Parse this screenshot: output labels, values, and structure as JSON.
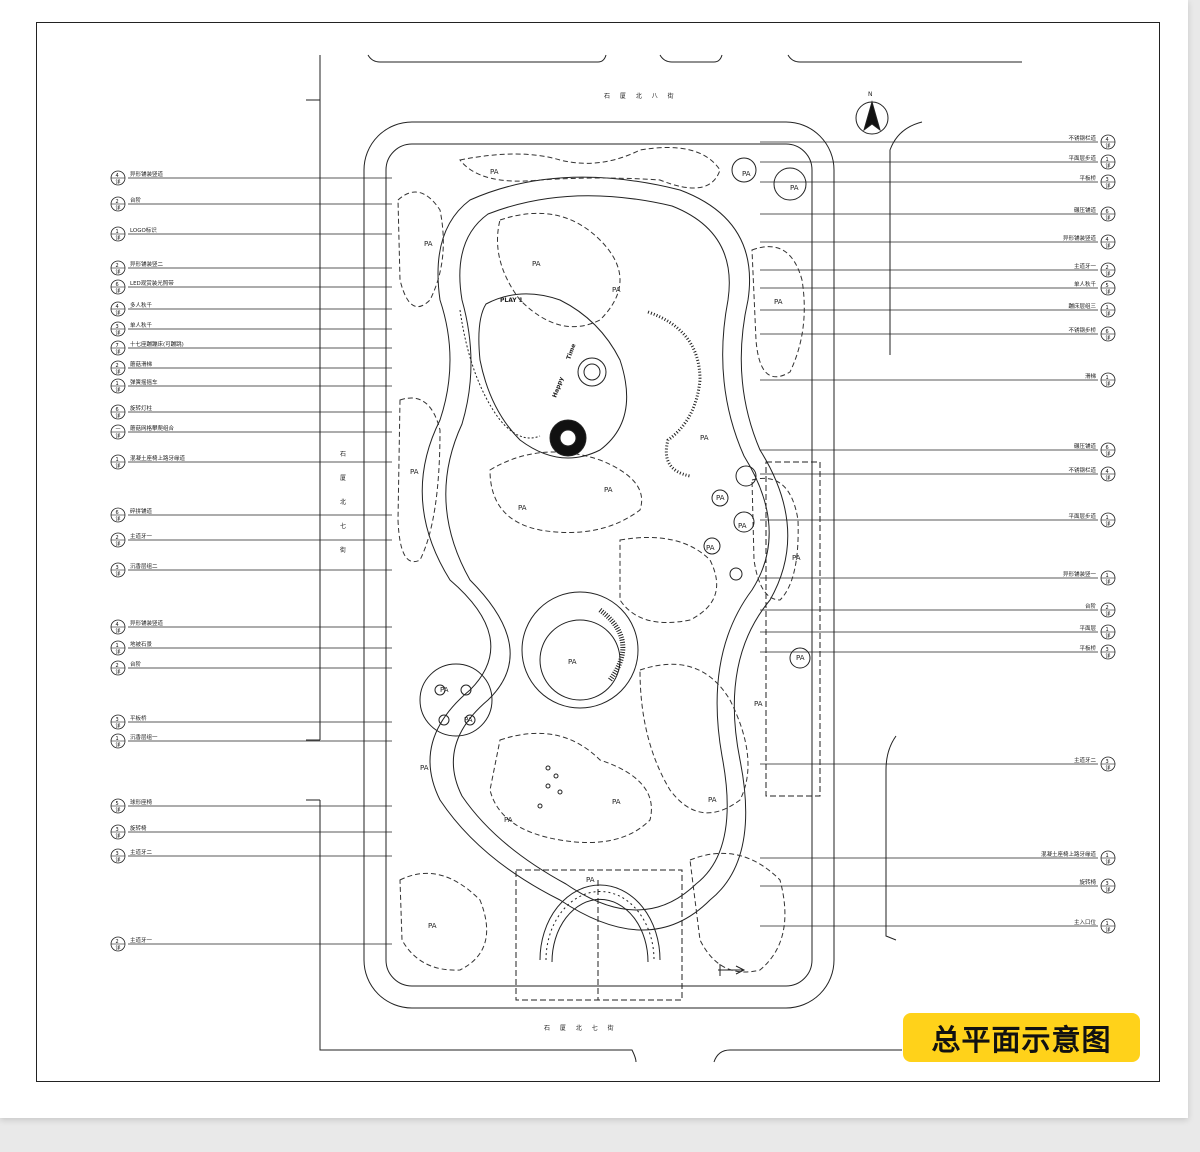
{
  "title": "总平面示意图",
  "roads": {
    "top": "石 厦 北 八 街",
    "bottom": "石 厦 北 七 街",
    "left": "石 厦 北 七 街"
  },
  "north_label": "N",
  "area_label": "PA",
  "play_labels": [
    "PLAY 1",
    "Happy",
    "Time"
  ],
  "left_callouts": [
    {
      "label": "异形铺装竖道",
      "num": "4"
    },
    {
      "label": "台阶",
      "num": "2"
    },
    {
      "label": "LOGO标识",
      "num": "1"
    },
    {
      "label": "异形铺装竖二",
      "num": "2"
    },
    {
      "label": "LED观赏装光照带",
      "num": "6"
    },
    {
      "label": "多人秋千",
      "num": "4"
    },
    {
      "label": "单人秋千",
      "num": "3"
    },
    {
      "label": "十七座蹦蹦床(可蹦跳)",
      "num": "7"
    },
    {
      "label": "蘑菇滑梯",
      "num": "2"
    },
    {
      "label": "弹簧摇摇车",
      "num": "1"
    },
    {
      "label": "旋转灯柱",
      "num": "6"
    },
    {
      "label": "蘑菇网格攀爬组合",
      "num": "一"
    },
    {
      "label": "混凝土座椅上路牙缘道",
      "num": "1"
    },
    {
      "label": "碎拼铺道",
      "num": "6"
    },
    {
      "label": "主道牙一",
      "num": "2"
    },
    {
      "label": "沉香层组二",
      "num": "3"
    },
    {
      "label": "异形铺装竖道",
      "num": "4"
    },
    {
      "label": "地被石景",
      "num": "1"
    },
    {
      "label": "台阶",
      "num": "2"
    },
    {
      "label": "平板桥",
      "num": "3"
    },
    {
      "label": "沉香层组一",
      "num": "1"
    },
    {
      "label": "球形座椅",
      "num": "5"
    },
    {
      "label": "旋转椅",
      "num": "3"
    },
    {
      "label": "主道牙二",
      "num": "3"
    },
    {
      "label": "主道牙一",
      "num": "2"
    }
  ],
  "right_callouts": [
    {
      "label": "不锈钢栏道",
      "num": "4"
    },
    {
      "label": "平面层步道",
      "num": "1"
    },
    {
      "label": "平板桥",
      "num": "3"
    },
    {
      "label": "碾压铺道",
      "num": "6"
    },
    {
      "label": "异形铺装竖道",
      "num": "4"
    },
    {
      "label": "主道牙一",
      "num": "2"
    },
    {
      "label": "单人秋千",
      "num": "5"
    },
    {
      "label": "蹦床层组三",
      "num": "1"
    },
    {
      "label": "不锈钢步桥",
      "num": "6"
    },
    {
      "label": "滑梯",
      "num": "1"
    },
    {
      "label": "碾压铺道",
      "num": "6"
    },
    {
      "label": "不锈钢栏道",
      "num": "4"
    },
    {
      "label": "平面层步道",
      "num": "1"
    },
    {
      "label": "异形铺装竖一",
      "num": "1"
    },
    {
      "label": "台阶",
      "num": "2"
    },
    {
      "label": "平面层",
      "num": "1"
    },
    {
      "label": "平板桥",
      "num": "3"
    },
    {
      "label": "主道牙二",
      "num": "3"
    },
    {
      "label": "混凝土座椅上路牙缘道",
      "num": "1"
    },
    {
      "label": "旋转椅",
      "num": "3"
    },
    {
      "label": "主入口位",
      "num": "1"
    }
  ],
  "callout_sub": "详"
}
